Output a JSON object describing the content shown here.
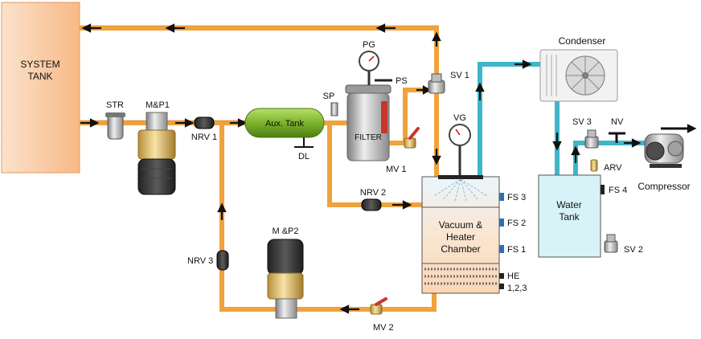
{
  "labels": {
    "system_tank_line1": "SYSTEM",
    "system_tank_line2": "TANK",
    "strainer": "STR",
    "motor_pump_1": "M&P1",
    "nrv1": "NRV 1",
    "aux_tank": "Aux. Tank",
    "drain": "DL",
    "sample_point": "SP",
    "pressure_gauge": "PG",
    "pressure_switch": "PS",
    "filter": "FILTER",
    "sv1": "SV 1",
    "mv1": "MV 1",
    "vacuum_gauge": "VG",
    "nrv2": "NRV 2",
    "fs3": "FS 3",
    "fs2": "FS 2",
    "fs1": "FS 1",
    "chamber_line1": "Vacuum &",
    "chamber_line2": "Heater",
    "chamber_line3": "Chamber",
    "he": "HE",
    "he_numbers": "1,2,3",
    "nrv3": "NRV 3",
    "motor_pump_2": "M &P2",
    "mv2": "MV 2",
    "condenser": "Condenser",
    "sv3": "SV 3",
    "nv": "NV",
    "arv": "ARV",
    "fs4": "FS 4",
    "water_tank_line1": "Water",
    "water_tank_line2": "Tank",
    "compressor": "Compressor",
    "sv2": "SV 2"
  },
  "colors": {
    "pipe_oil": "#f0a23c",
    "pipe_water": "#3fb6c8",
    "system_tank_fill": "#fbd3b2",
    "aux_tank_fill": "#8fc43e",
    "water_tank_fill": "#d8f3f8",
    "chamber_top_fill": "#e8f5fb",
    "chamber_mid_fill": "#fde3c8"
  }
}
